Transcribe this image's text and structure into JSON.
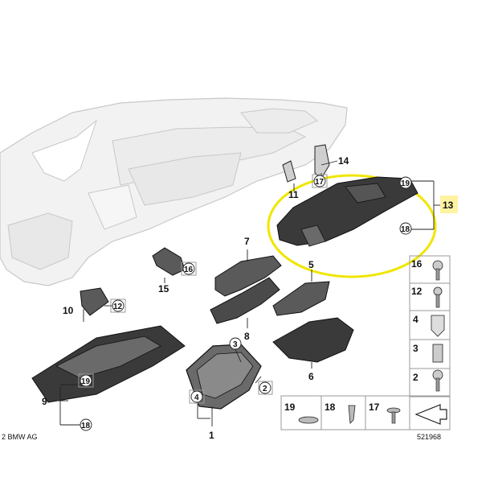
{
  "diagram": {
    "copyright": "2 BMW AG",
    "reference_number": "521968",
    "highlight_color": "#f0e600",
    "dashboard_color": "#e6e6e6",
    "part_color": "#3a3a3a"
  },
  "callouts": {
    "c1": "1",
    "c2": "2",
    "c3": "3",
    "c4": "4",
    "c5": "5",
    "c6": "6",
    "c7": "7",
    "c8": "8",
    "c9": "9",
    "c10": "10",
    "c11": "11",
    "c12": "12",
    "c13": "13",
    "c14": "14",
    "c15": "15",
    "c16": "16",
    "c17": "17",
    "c18": "18",
    "c19": "19",
    "c18b": "18",
    "c19b": "19",
    "c17b": "17",
    "c12b": "12",
    "c18c": "18",
    "c19c": "19"
  },
  "fastener_column": {
    "r1": "16",
    "r2": "12",
    "r3": "4",
    "r4": "3",
    "r5": "2"
  },
  "fastener_row": {
    "b1": "19",
    "b2": "18",
    "b3": "17"
  }
}
